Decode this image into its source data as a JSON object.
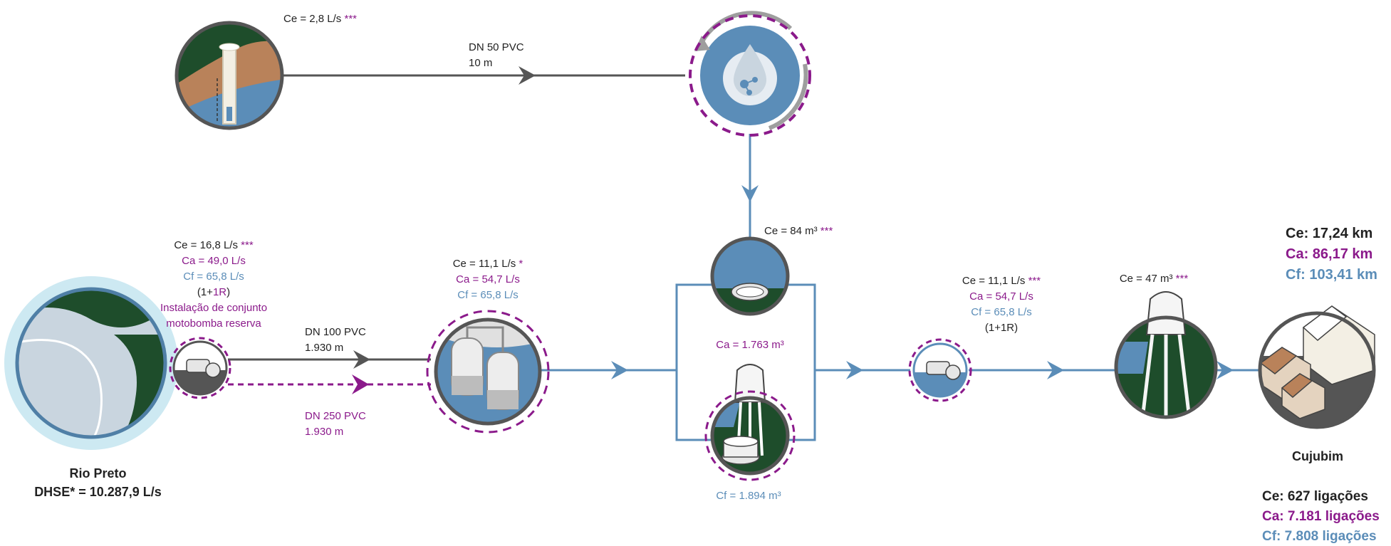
{
  "colors": {
    "ce": "#222222",
    "ca": "#8b1a8b",
    "cf": "#5b8db8",
    "flow": "#5b8db8",
    "pipe": "#555555",
    "green": "#1e4d2b"
  },
  "well": {
    "ce_label": "Ce = 2,8 L/s",
    "ce_stars": "***"
  },
  "pipe_well": {
    "dn": "DN 50 PVC",
    "length": "10 m"
  },
  "river_pump": {
    "ce_label": "Ce = 16,8 L/s",
    "ce_stars": "***",
    "ca_label": "Ca = 49,0 L/s",
    "cf_label": "Cf = 65,8 L/s",
    "config_open": "(1+",
    "config_r": "1R",
    "config_close": ")",
    "note_line1": "Instalação de conjunto",
    "note_line2": "motobomba reserva"
  },
  "pipe_existing": {
    "dn": "DN 100 PVC",
    "length": "1.930 m"
  },
  "pipe_future": {
    "dn": "DN 250 PVC",
    "length": "1.930 m"
  },
  "treatment": {
    "ce_label": "Ce = 11,1 L/s",
    "ce_stars": "*",
    "ca_label": "Ca = 54,7 L/s",
    "cf_label": "Cf = 65,8 L/s"
  },
  "reservoirs": {
    "ce_label": "Ce = 84 m³",
    "ce_stars": "***",
    "ca_label": "Ca = 1.763 m³",
    "cf_label": "Cf = 1.894 m³"
  },
  "booster": {
    "ce_label": "Ce = 11,1 L/s",
    "ce_stars": "***",
    "ca_label": "Ca = 54,7 L/s",
    "cf_label": "Cf = 65,8 L/s",
    "config": "(1+1R)"
  },
  "elevated_tank": {
    "ce_label": "Ce = 47 m³",
    "ce_stars": "***"
  },
  "river": {
    "name": "Rio Preto",
    "dhse": "DHSE* = 10.287,9 L/s"
  },
  "city": {
    "name": "Cujubim",
    "network_ce": "Ce: 17,24 km",
    "network_ca": "Ca: 86,17 km",
    "network_cf": "Cf: 103,41 km",
    "conn_ce": "Ce: 627 ligações",
    "conn_ca": "Ca: 7.181 ligações",
    "conn_cf": "Cf: 7.808 ligações"
  }
}
